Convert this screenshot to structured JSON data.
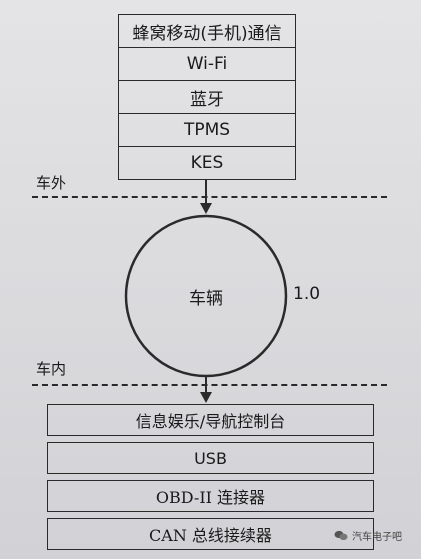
{
  "top_stack": [
    "蜂窝移动(手机)通信",
    "Wi-Fi",
    "蓝牙",
    "TPMS",
    "KES"
  ],
  "zone_outside": "车外",
  "vehicle": {
    "label": "车辆",
    "version": "1.0"
  },
  "zone_inside": "车内",
  "bottom_stack": [
    "信息娱乐/导航控制台",
    "USB",
    "OBD-II 连接器",
    "CAN 总线接续器"
  ],
  "watermark": "汽车电子吧",
  "colors": {
    "line": "#2a2a2a",
    "background": "#dcdcde"
  }
}
